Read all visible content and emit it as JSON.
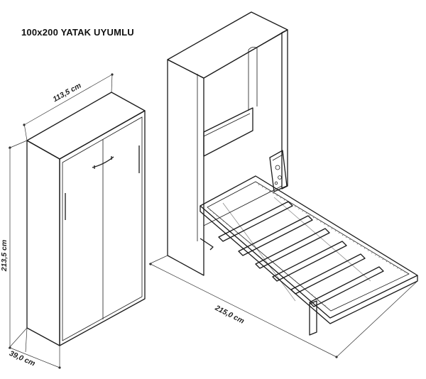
{
  "title": "100x200 YATAK UYUMLU",
  "dimensions": {
    "width": "113,5 cm",
    "height": "213,5 cm",
    "depth": "39,0 cm",
    "open_length": "215,0 cm"
  }
}
